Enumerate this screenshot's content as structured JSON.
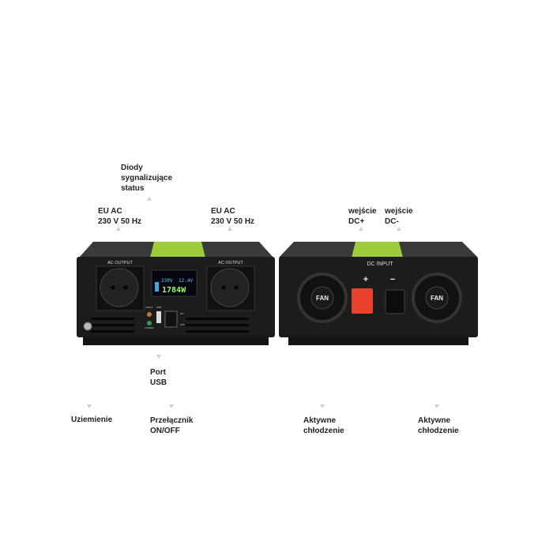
{
  "colors": {
    "accent": "#9ccc3c",
    "pointer": "#c8c8c8",
    "device_body": "#1c1c1c",
    "dc_plus_terminal": "#e8412c"
  },
  "front_panel": {
    "ac_output_left": "AC OUTPUT",
    "ac_output_right": "AC OUTPUT",
    "display": {
      "voltage_out": "230V",
      "voltage_in": "12.4V",
      "power": "1784W"
    },
    "fault_label": "FAULT",
    "power_label": "POWER",
    "usb_label": "USB",
    "on_label": "ON",
    "off_label": "OFF"
  },
  "rear_panel": {
    "dc_input": "DC INPUT",
    "plus": "+",
    "minus": "−",
    "fan_left": "FAN",
    "fan_right": "FAN"
  },
  "callouts": {
    "status_leds": "Diody\nsygnalizujące\nstatus",
    "eu_ac_left": "EU AC\n230 V 50 Hz",
    "eu_ac_right": "EU AC\n230 V 50 Hz",
    "usb_port": "Port\nUSB",
    "grounding": "Uziemienie",
    "switch": "Przełącznik\nON/OFF",
    "dc_plus": "wejście\nDC+",
    "dc_minus": "wejście\nDC-",
    "cooling_left": "Aktywne\nchłodzenie",
    "cooling_right": "Aktywne\nchłodzenie"
  }
}
